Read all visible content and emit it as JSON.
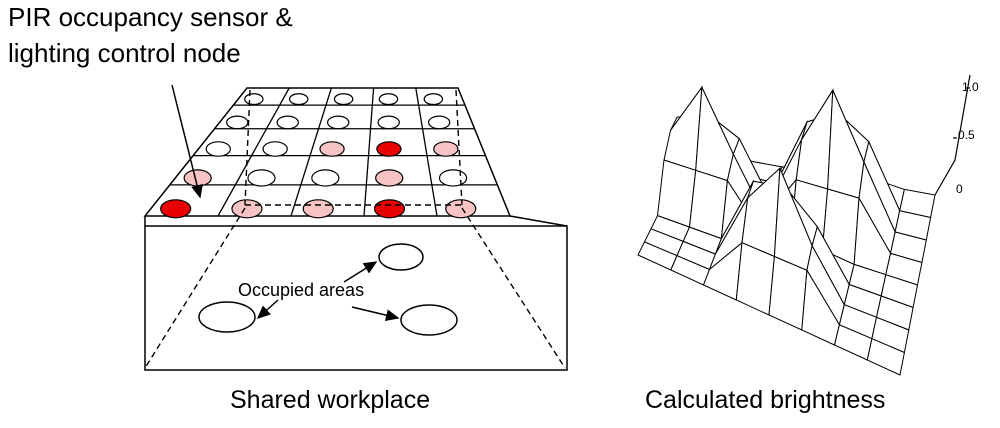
{
  "labels": {
    "sensor_line1": "PIR  occupancy sensor &",
    "sensor_line2": "lighting control node",
    "occupied_areas": "Occupied areas",
    "left_caption": "Shared workplace",
    "right_caption": "Calculated brightness"
  },
  "brightness_axis": {
    "ticks": [
      "1.0",
      "0.5",
      "0"
    ]
  },
  "colors": {
    "lit_full": "#e80000",
    "lit_partial": "#f7c3c3",
    "unlit": "#ffffff",
    "line": "#000000"
  },
  "sensor_grid": {
    "rows": [
      [
        "unlit",
        "unlit",
        "unlit",
        "unlit",
        "unlit"
      ],
      [
        "unlit",
        "unlit",
        "unlit",
        "unlit",
        "unlit"
      ],
      [
        "unlit",
        "unlit",
        "partial",
        "full",
        "partial"
      ],
      [
        "partial",
        "unlit",
        "unlit",
        "partial",
        "unlit"
      ],
      [
        "full",
        "partial",
        "partial",
        "full",
        "partial"
      ]
    ]
  }
}
